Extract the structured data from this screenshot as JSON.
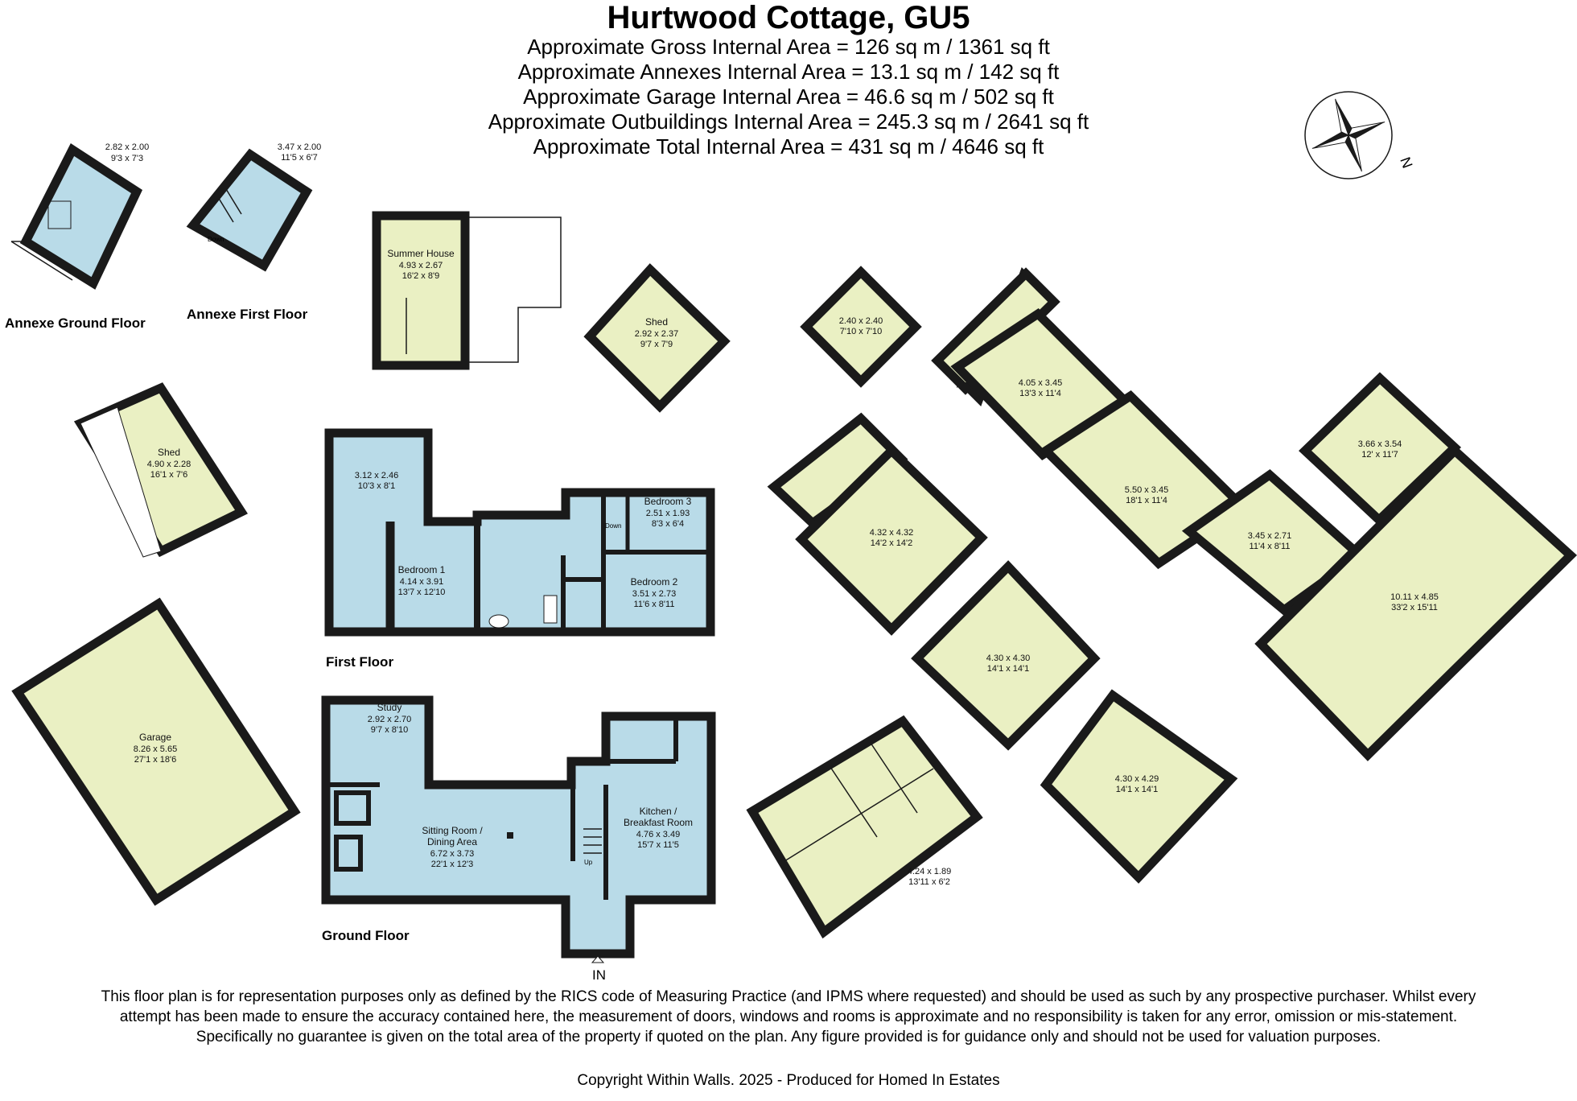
{
  "header": {
    "title": "Hurtwood Cottage, GU5",
    "areas": [
      "Approximate Gross Internal Area = 126 sq m / 1361 sq ft",
      "Approximate Annexes Internal Area = 13.1 sq m / 142 sq ft",
      "Approximate Garage Internal Area = 46.6 sq m / 502 sq ft",
      "Approximate Outbuildings Internal Area = 245.3 sq m / 2641 sq ft",
      "Approximate Total Internal Area = 431 sq m / 4646 sq ft"
    ]
  },
  "compass": {
    "label": "N"
  },
  "floor_labels": {
    "annexe_ground": "Annexe Ground Floor",
    "annexe_first": "Annexe First Floor",
    "first": "First Floor",
    "ground": "Ground Floor"
  },
  "entry": "IN",
  "stair_labels": {
    "down": "Down",
    "up": "Up"
  },
  "colors": {
    "wall": "#1a1a1a",
    "house_fill": "#b9dbe8",
    "outbuilding_fill": "#eaf0c3"
  },
  "rooms": {
    "annexe_g": {
      "metric": "2.82 x 2.00",
      "imperial": "9'3 x 7'3"
    },
    "annexe_f": {
      "metric": "3.47 x 2.00",
      "imperial": "11'5 x 6'7"
    },
    "summer": {
      "name": "Summer House",
      "metric": "4.93 x 2.67",
      "imperial": "16'2 x 8'9"
    },
    "shed1": {
      "name": "Shed",
      "metric": "2.92 x 2.37",
      "imperial": "9'7 x 7'9"
    },
    "shed2": {
      "name": "Shed",
      "metric": "4.90 x 2.28",
      "imperial": "16'1 x 7'6"
    },
    "out_small": {
      "metric": "2.40 x 2.40",
      "imperial": "7'10 x 7'10"
    },
    "out_a": {
      "metric": "4.05 x 3.45",
      "imperial": "13'3 x 11'4"
    },
    "out_b": {
      "metric": "5.50 x 3.45",
      "imperial": "18'1 x 11'4"
    },
    "out_c": {
      "metric": "3.66 x 3.54",
      "imperial": "12' x 11'7"
    },
    "out_d": {
      "metric": "3.45 x 2.71",
      "imperial": "11'4 x 8'11"
    },
    "out_e": {
      "metric": "10.11 x 4.85",
      "imperial": "33'2 x 15'11"
    },
    "out_f": {
      "metric": "4.32 x 4.32",
      "imperial": "14'2 x 14'2"
    },
    "out_g": {
      "metric": "4.30 x 4.30",
      "imperial": "14'1 x 14'1"
    },
    "out_h": {
      "metric": "4.30 x 4.29",
      "imperial": "14'1 x 14'1"
    },
    "out_i": {
      "metric": "4.24 x 1.89",
      "imperial": "13'11 x 6'2"
    },
    "garage": {
      "name": "Garage",
      "metric": "8.26 x 5.65",
      "imperial": "27'1 x 18'6"
    },
    "ff_room": {
      "metric": "3.12 x 2.46",
      "imperial": "10'3 x 8'1"
    },
    "bedroom1": {
      "name": "Bedroom 1",
      "metric": "4.14 x 3.91",
      "imperial": "13'7 x 12'10"
    },
    "bedroom2": {
      "name": "Bedroom 2",
      "metric": "3.51 x 2.73",
      "imperial": "11'6 x 8'11"
    },
    "bedroom3": {
      "name": "Bedroom 3",
      "metric": "2.51 x 1.93",
      "imperial": "8'3 x 6'4"
    },
    "study": {
      "name": "Study",
      "metric": "2.92 x 2.70",
      "imperial": "9'7 x 8'10"
    },
    "sitting": {
      "name": "Sitting Room /",
      "name2": "Dining Area",
      "metric": "6.72 x 3.73",
      "imperial": "22'1 x 12'3"
    },
    "kitchen": {
      "name": "Kitchen /",
      "name2": "Breakfast Room",
      "metric": "4.76 x 3.49",
      "imperial": "15'7 x 11'5"
    }
  },
  "disclaimer": "This floor plan is for representation purposes only as defined by the RICS code of Measuring Practice (and IPMS where requested) and should be used as such by any prospective purchaser. Whilst every attempt has been made to ensure the accuracy contained here, the measurement of doors, windows and rooms is approximate and no responsibility is taken for any error, omission or mis-statement. Specifically no guarantee is given on the total area of the property if quoted on the plan. Any figure provided is for guidance only and should not be used for valuation purposes.",
  "copyright": "Copyright Within Walls. 2025 - Produced for Homed In Estates"
}
